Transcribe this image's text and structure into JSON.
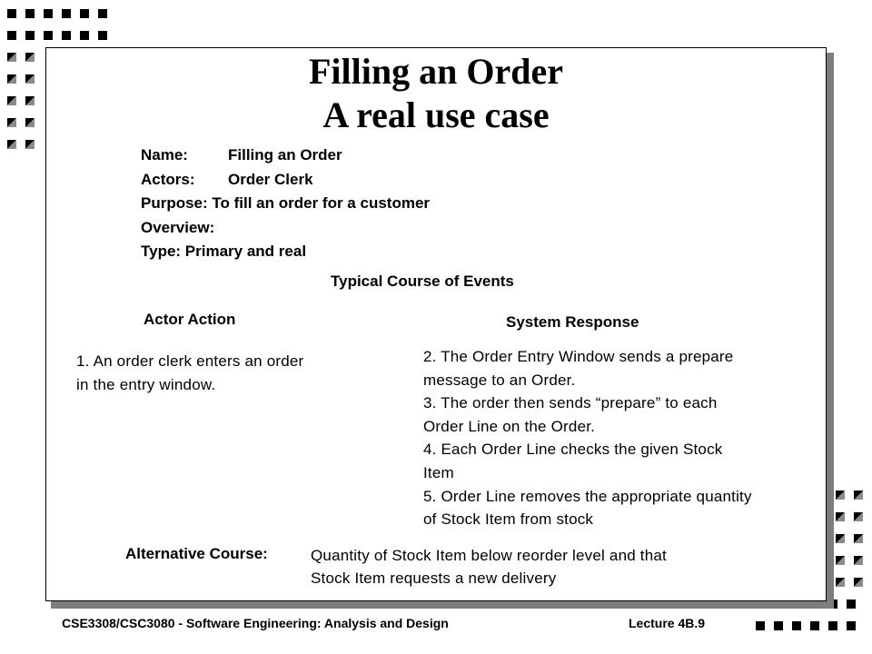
{
  "slide": {
    "title_line1": "Filling an Order",
    "title_line2": "A real use case",
    "fields": {
      "name_label": "Name:",
      "name_value": "Filling an Order",
      "actors_label": "Actors:",
      "actors_value": "Order Clerk",
      "purpose": "Purpose: To fill an order for a customer",
      "overview": "Overview:",
      "type": "Type: Primary and real"
    },
    "typical_heading": "Typical Course of Events",
    "actor_action_heading": "Actor Action",
    "system_response_heading": "System Response",
    "actor_steps": [
      "1.  An order clerk enters an order",
      "in the entry window."
    ],
    "system_steps": [
      "2. The Order Entry Window sends a prepare",
      "message to an Order.",
      "3. The order then sends “prepare” to each",
      "Order Line on the Order.",
      "4. Each Order Line checks the given Stock",
      "Item",
      "5. Order Line removes the appropriate quantity",
      "of Stock Item from stock"
    ],
    "alternative_label": "Alternative Course:",
    "alternative_lines": [
      "Quantity of Stock Item below reorder level and that",
      "Stock Item requests a new delivery"
    ]
  },
  "footer": {
    "course": "CSE3308/CSC3080 - Software Engineering: Analysis and Design",
    "lecture": "Lecture 4B.9"
  }
}
